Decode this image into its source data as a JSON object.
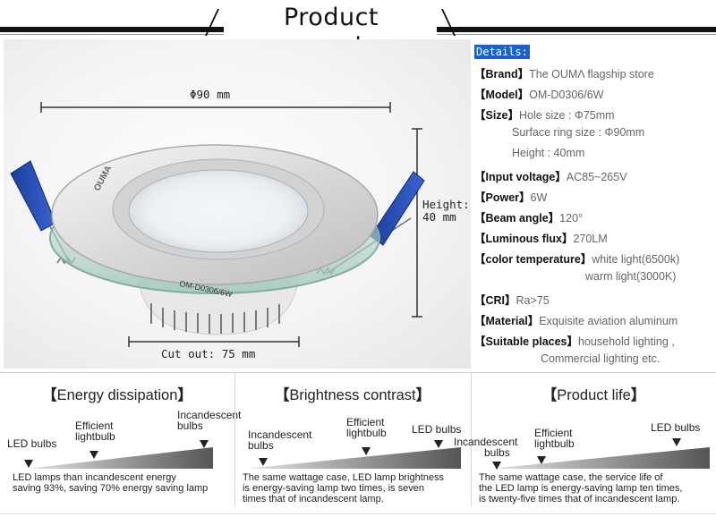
{
  "header": {
    "title": "Product parameters"
  },
  "photo": {
    "diameter_label": "Φ90 mm",
    "height_label": "Height:\n40 mm",
    "cutout_label": "Cut out: 75 mm",
    "logo_text": "OUMA",
    "model_stamp": "OM-D0306/6W"
  },
  "details": {
    "heading": "Details:",
    "specs": [
      {
        "key": "【Brand】",
        "value": "The OUMΛ flagship store"
      },
      {
        "key": "【Model】",
        "value": "OM-D0306/6W"
      },
      {
        "key": "【Size】",
        "value": "Hole size : Φ75mm"
      },
      {
        "key": "",
        "value": "Surface ring size : Φ90mm"
      },
      {
        "key": "",
        "value": "Height : 40mm"
      },
      {
        "key": "【Input voltage】",
        "value": "AC85~265V"
      },
      {
        "key": "【Power】",
        "value": "6W"
      },
      {
        "key": "【Beam angle】",
        "value": "120°"
      },
      {
        "key": "【Luminous flux】",
        "value": "270LM"
      },
      {
        "key": "【color temperature】",
        "value": "white light(6500k)"
      },
      {
        "key": "",
        "value": "warm light(3000K)"
      },
      {
        "key": "【CRI】",
        "value": "Ra>75"
      },
      {
        "key": "【Material】",
        "value": "Exquisite aviation aluminum"
      },
      {
        "key": "【Suitable places】",
        "value": "household lighting ,"
      },
      {
        "key": "",
        "value": "Commercial lighting etc."
      }
    ]
  },
  "panels": [
    {
      "title": "Energy dissipation",
      "labels": {
        "a": "LED bulbs",
        "b1": "Efficient",
        "b2": "lightbulb",
        "c1": "Incandescent",
        "c2": "bulbs"
      },
      "desc1": "LED lamps than incandescent energy",
      "desc2": "saving 93%, saving 70% energy saving lamp",
      "desc3": ""
    },
    {
      "title": "Brightness contrast",
      "labels": {
        "a1": "Incandescent",
        "a2": "bulbs",
        "b1": "Efficient",
        "b2": "lightbulb",
        "c": "LED bulbs"
      },
      "desc1": "The same wattage case, LED lamp brightness",
      "desc2": "is energy-saving lamp two times, is seven",
      "desc3": "times that of incandescent lamp."
    },
    {
      "title": "Product life",
      "labels": {
        "a1": "Incandescent",
        "a2": "bulbs",
        "b1": "Efficient",
        "b2": "lightbulb",
        "c": "LED bulbs"
      },
      "desc1": "The same wattage case, the service life of",
      "desc2": "the LED lamp is energy-saving lamp ten times,",
      "desc3": "is twenty-five times that of incandescent lamp."
    }
  ],
  "brackets": {
    "open": "【",
    "close": "】"
  }
}
